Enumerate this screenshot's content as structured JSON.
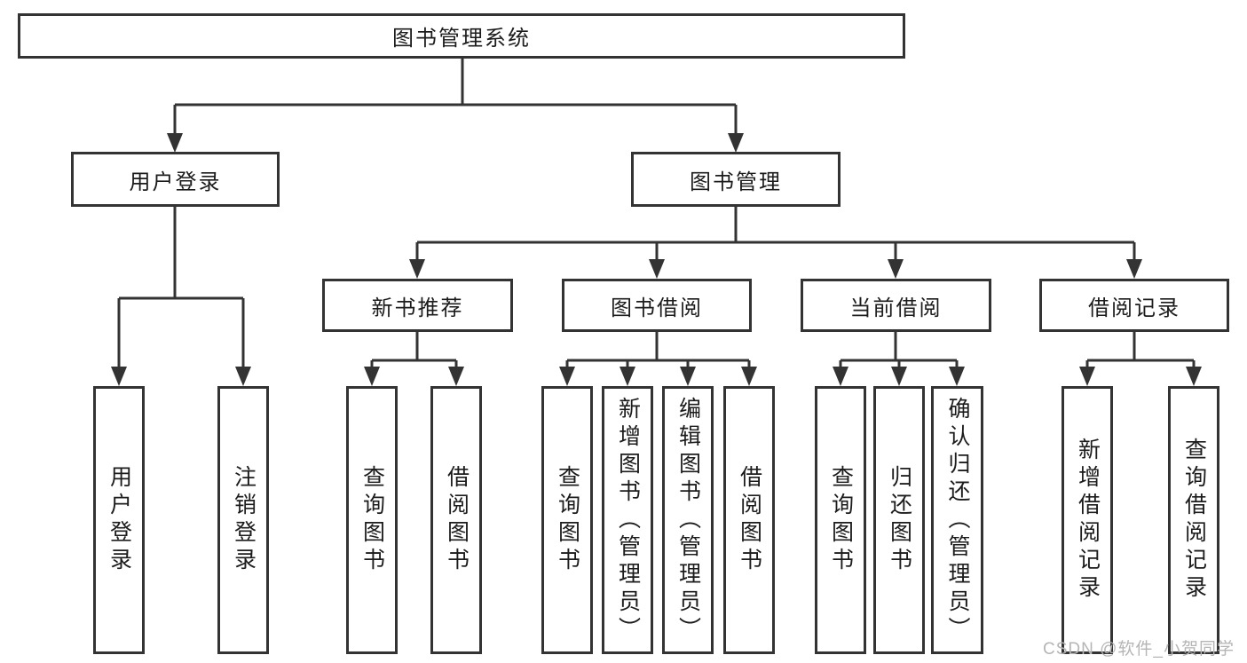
{
  "diagram_title": "图书管理系统",
  "tree": {
    "label": "图书管理系统",
    "children": [
      {
        "label": "用户登录",
        "children": [
          {
            "label": "用户登录"
          },
          {
            "label": "注销登录"
          }
        ]
      },
      {
        "label": "图书管理",
        "children": [
          {
            "label": "新书推荐",
            "children": [
              {
                "label": "查询图书"
              },
              {
                "label": "借阅图书"
              }
            ]
          },
          {
            "label": "图书借阅",
            "children": [
              {
                "label": "查询图书"
              },
              {
                "label": "新增图书（管理员）"
              },
              {
                "label": "编辑图书（管理员）"
              },
              {
                "label": "借阅图书"
              }
            ]
          },
          {
            "label": "当前借阅",
            "children": [
              {
                "label": "查询图书"
              },
              {
                "label": "归还图书"
              },
              {
                "label": "确认归还（管理员）"
              }
            ]
          },
          {
            "label": "借阅记录",
            "children": [
              {
                "label": "新增借阅记录"
              },
              {
                "label": "查询借阅记录"
              }
            ]
          }
        ]
      }
    ]
  },
  "watermark": "CSDN @软件_小贺同学",
  "colors": {
    "line": "#333333",
    "box_border": "#333333",
    "text": "#1c1c1c",
    "background": "#ffffff",
    "watermark": "#b5b5b5"
  }
}
